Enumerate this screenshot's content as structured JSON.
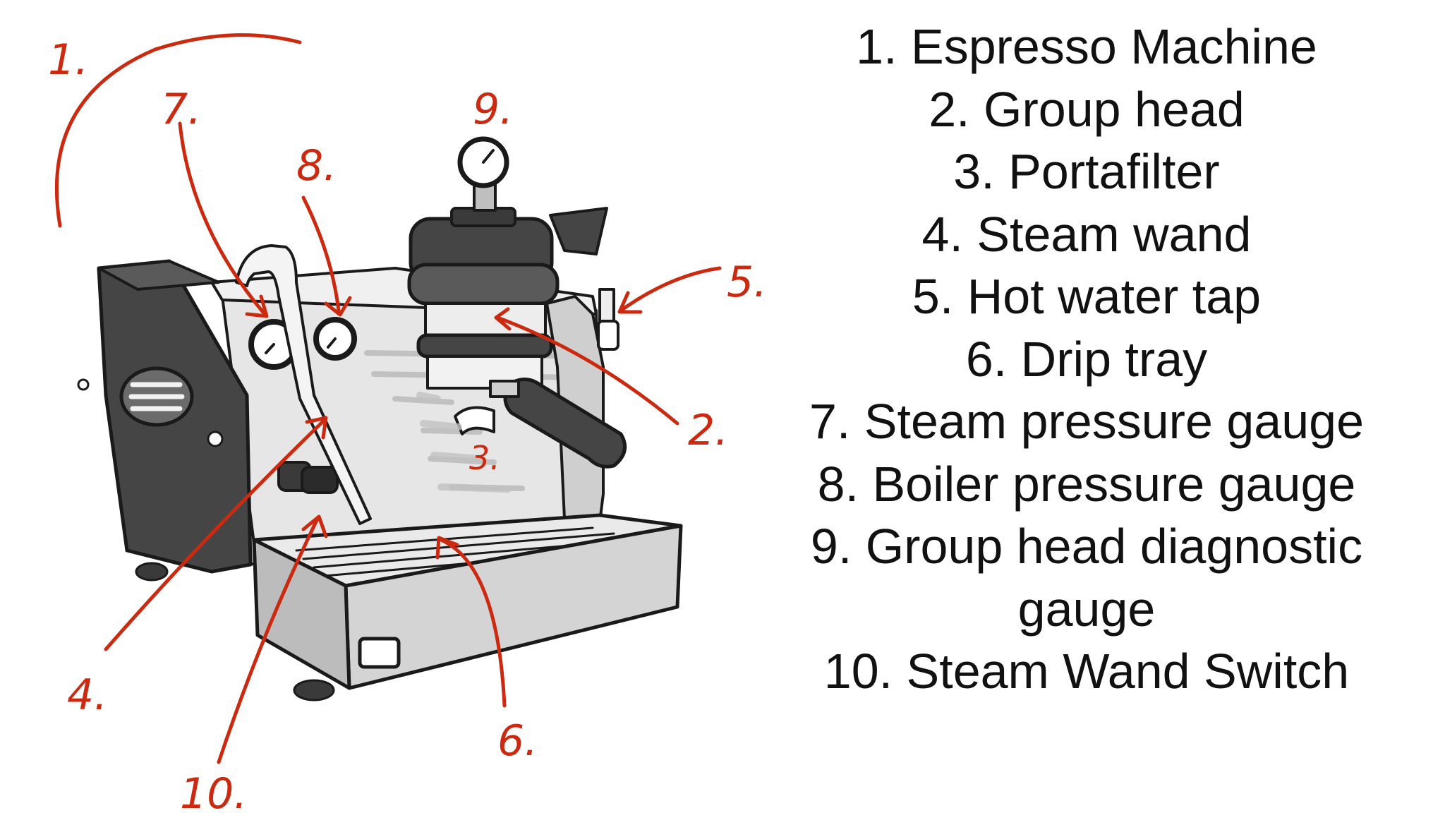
{
  "colors": {
    "annotation": "#cc2a10",
    "ink": "#1a1a1a",
    "panel_dark": "#454545",
    "panel_mid": "#bcbcbc",
    "panel_light": "#e4e4e4"
  },
  "markers": [
    "1.",
    "2.",
    "3.",
    "4.",
    "5.",
    "6.",
    "7.",
    "8.",
    "9.",
    "10."
  ],
  "legend": [
    "1. Espresso Machine",
    "2. Group head",
    "3. Portafilter",
    "4. Steam wand",
    "5. Hot water tap",
    "6. Drip tray",
    "7. Steam pressure gauge",
    "8. Boiler pressure gauge",
    "9. Group head diagnostic gauge",
    "10. Steam Wand Switch"
  ]
}
